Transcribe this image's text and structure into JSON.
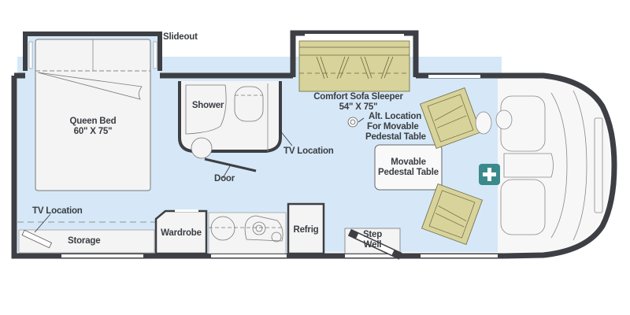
{
  "floorplan": {
    "colors": {
      "wall": "#3d3f44",
      "floor": "#d6e8f7",
      "furniture": "#f4f4f4",
      "upholstery": "#d8d39a",
      "medical": "#3a8a8c"
    },
    "labels": {
      "slideout": "Slideout",
      "queen_bed": "Queen Bed",
      "queen_bed_size": "60\" X 75\"",
      "shower": "Shower",
      "tv_location_bath": "TV Location",
      "door": "Door",
      "tv_location_bed": "TV Location",
      "storage": "Storage",
      "wardrobe": "Wardrobe",
      "refrig": "Refrig",
      "step_well_1": "Step",
      "step_well_2": "Well",
      "sofa": "Comfort Sofa Sleeper",
      "sofa_size": "54\" X 75\"",
      "alt_location_1": "Alt. Location",
      "alt_location_2": "For Movable",
      "alt_location_3": "Pedestal Table",
      "table_1": "Movable",
      "table_2": "Pedestal Table"
    },
    "icons": {
      "medical": "medical-cross-icon"
    }
  }
}
